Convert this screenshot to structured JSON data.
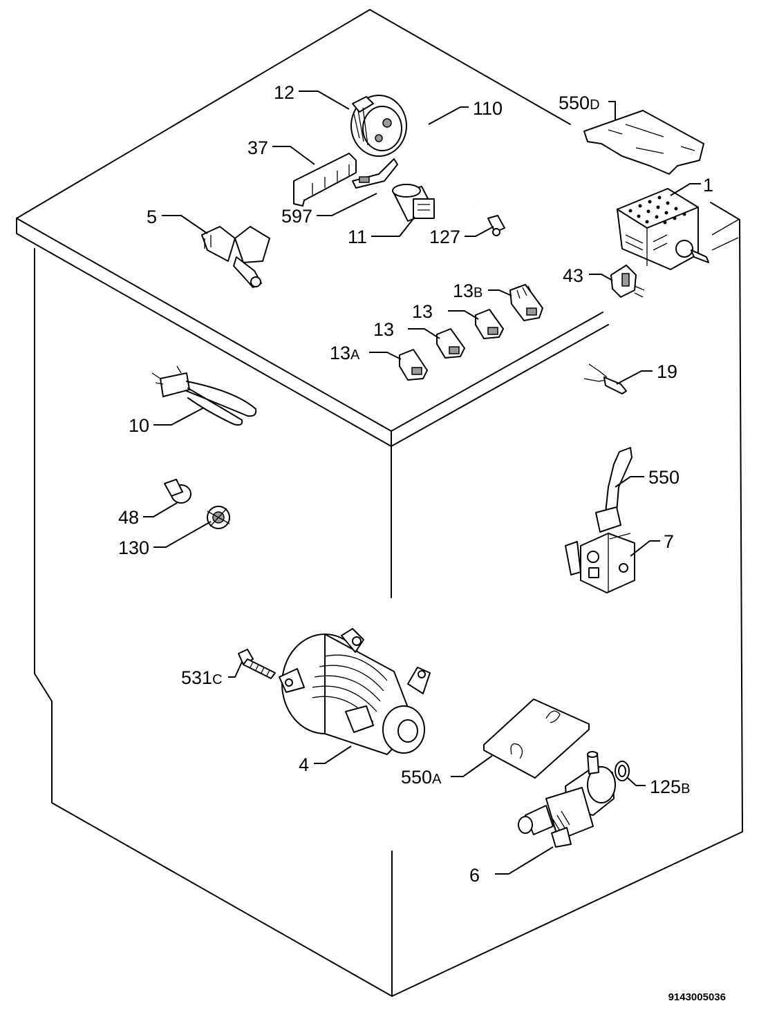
{
  "diagram": {
    "reference_number": "9143005036",
    "callouts": [
      {
        "id": "12",
        "main": "12",
        "suffix": ""
      },
      {
        "id": "110",
        "main": "110",
        "suffix": ""
      },
      {
        "id": "550D",
        "main": "550",
        "suffix": "D"
      },
      {
        "id": "37",
        "main": "37",
        "suffix": ""
      },
      {
        "id": "1",
        "main": "1",
        "suffix": ""
      },
      {
        "id": "5",
        "main": "5",
        "suffix": ""
      },
      {
        "id": "597",
        "main": "597",
        "suffix": ""
      },
      {
        "id": "11",
        "main": "11",
        "suffix": ""
      },
      {
        "id": "127",
        "main": "127",
        "suffix": ""
      },
      {
        "id": "43",
        "main": "43",
        "suffix": ""
      },
      {
        "id": "13B",
        "main": "13",
        "suffix": "B"
      },
      {
        "id": "13-upper",
        "main": "13",
        "suffix": ""
      },
      {
        "id": "13-lower",
        "main": "13",
        "suffix": ""
      },
      {
        "id": "13A",
        "main": "13",
        "suffix": "A"
      },
      {
        "id": "19",
        "main": "19",
        "suffix": ""
      },
      {
        "id": "10",
        "main": "10",
        "suffix": ""
      },
      {
        "id": "550",
        "main": "550",
        "suffix": ""
      },
      {
        "id": "48",
        "main": "48",
        "suffix": ""
      },
      {
        "id": "7",
        "main": "7",
        "suffix": ""
      },
      {
        "id": "130",
        "main": "130",
        "suffix": ""
      },
      {
        "id": "531C",
        "main": "531",
        "suffix": "C"
      },
      {
        "id": "4",
        "main": "4",
        "suffix": ""
      },
      {
        "id": "550A",
        "main": "550",
        "suffix": "A"
      },
      {
        "id": "125B",
        "main": "125",
        "suffix": "B"
      },
      {
        "id": "6",
        "main": "6",
        "suffix": ""
      }
    ]
  }
}
